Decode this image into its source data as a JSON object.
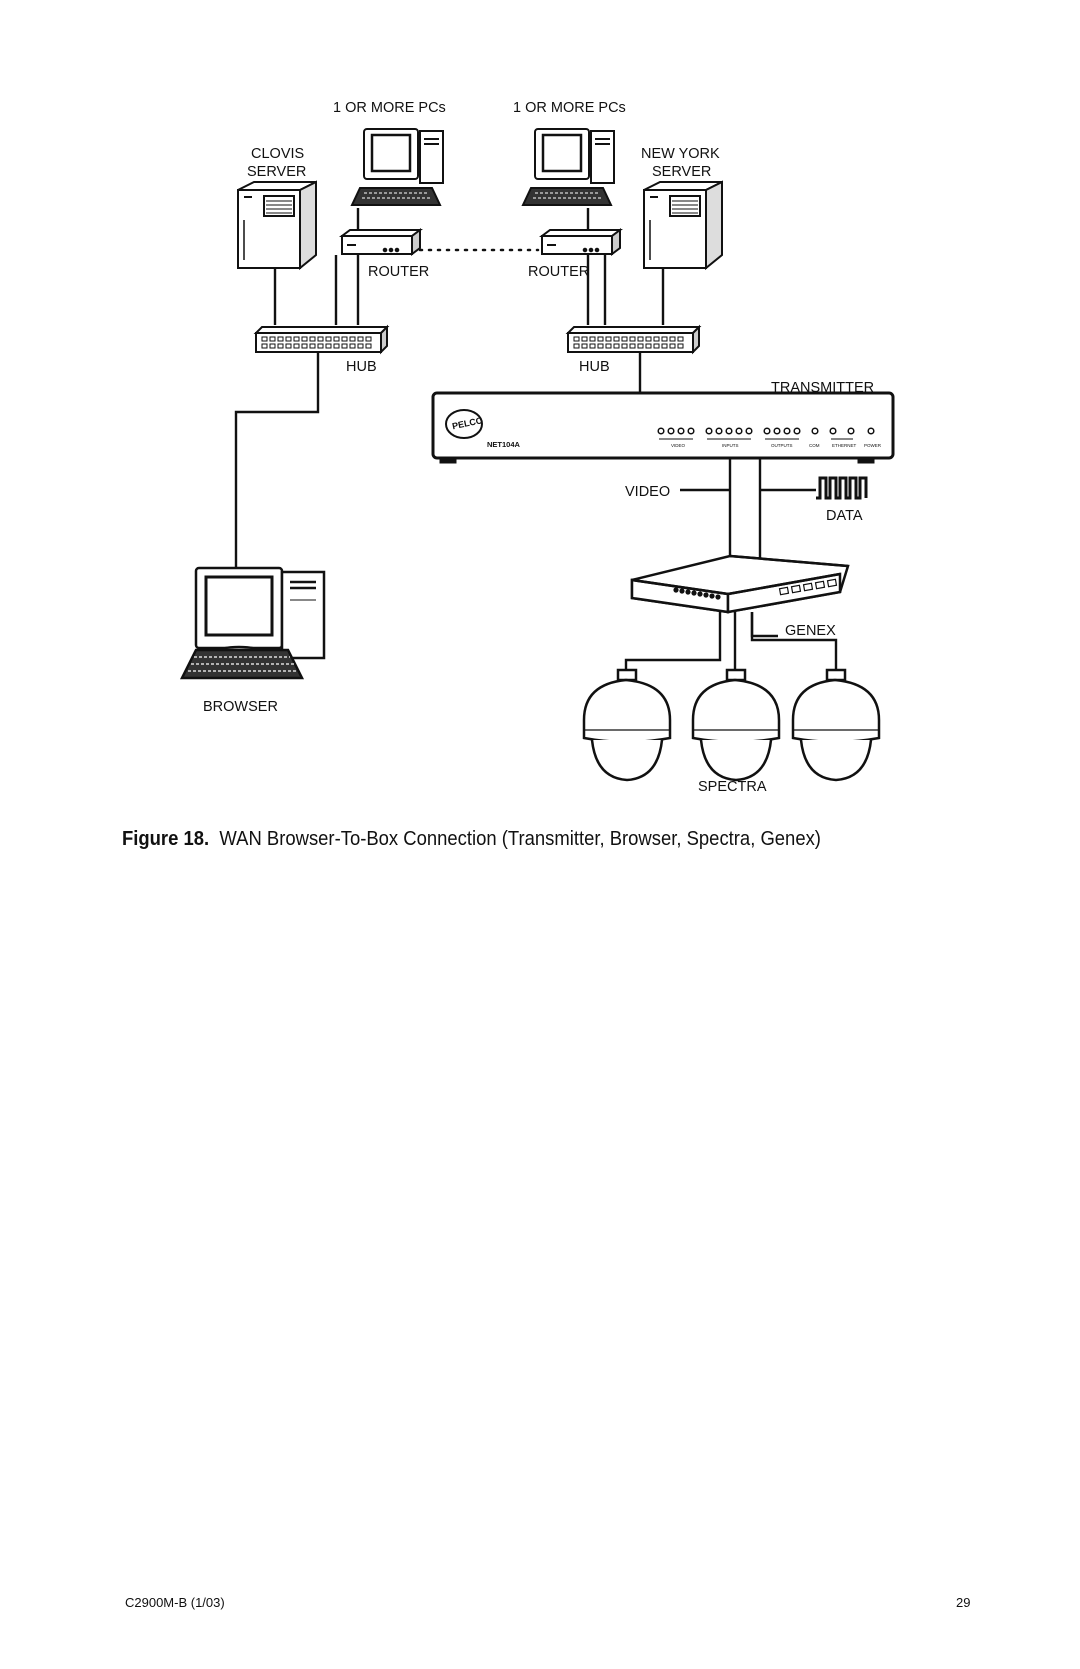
{
  "diagram": {
    "labels": {
      "pcs_left": "1 OR MORE PCs",
      "pcs_right": "1 OR MORE PCs",
      "clovis_line1": "CLOVIS",
      "clovis_line2": "SERVER",
      "newyork_line1": "NEW YORK",
      "newyork_line2": "SERVER",
      "router_left": "ROUTER",
      "router_right": "ROUTER",
      "hub_left": "HUB",
      "hub_right": "HUB",
      "transmitter": "TRANSMITTER",
      "video": "VIDEO",
      "data": "DATA",
      "genex": "GENEX",
      "browser": "BROWSER",
      "spectra": "SPECTRA"
    },
    "transmitter_panel": {
      "brand": "PELCO",
      "model": "NET104A",
      "indicator_labels": [
        "VIDEO",
        "INPUTS",
        "OUTPUTS",
        "COM",
        "ETHERNET",
        "POWER"
      ]
    }
  },
  "caption": {
    "number": "Figure 18.",
    "text": "WAN Browser-To-Box Connection (Transmitter, Browser, Spectra, Genex)"
  },
  "footer": {
    "doc_id": "C2900M-B (1/03)",
    "page_number": "29"
  }
}
